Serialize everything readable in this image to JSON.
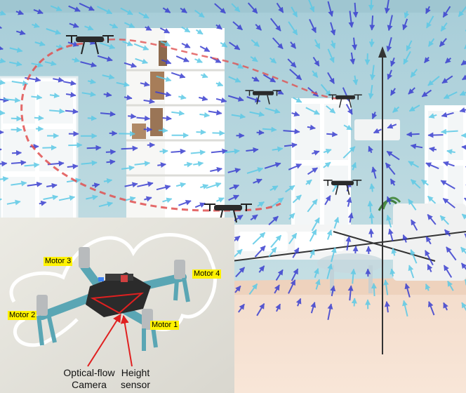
{
  "labels": {
    "motor1": "Motor 1",
    "motor2": "Motor 2",
    "motor3": "Motor 3",
    "motor4": "Motor 4",
    "camera_line1": "Optical-flow",
    "camera_line2": "Camera",
    "sensor_line1": "Height",
    "sensor_line2": "sensor"
  },
  "colors": {
    "wall": "#a9cfd9",
    "floor": "#f5dcc8",
    "arrow_dark": "#3a3fd0",
    "arrow_light": "#5cc9e6",
    "trajectory": "#e05050",
    "label_highlight": "#fff200",
    "drone_frame": "#5aa6b4"
  }
}
